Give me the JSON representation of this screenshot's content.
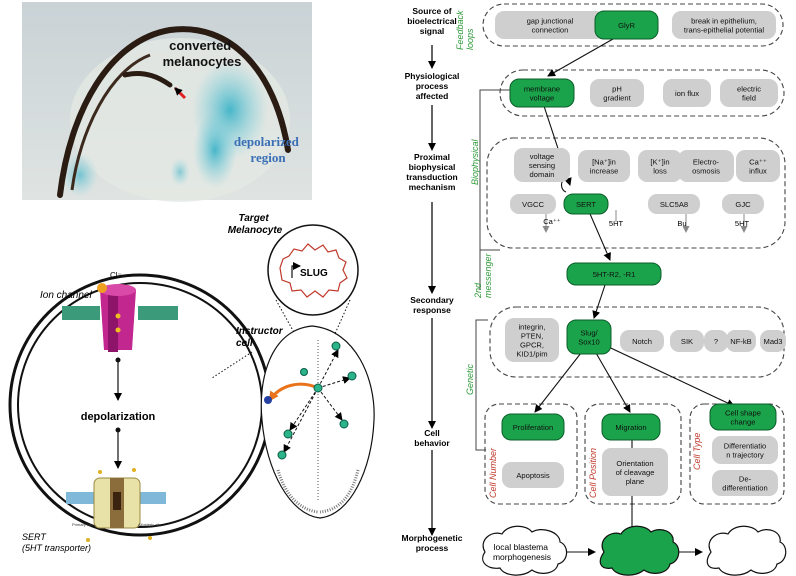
{
  "photo": {
    "converted_label_1": "converted",
    "converted_label_2": "melanocytes",
    "depolarized_1": "depolarized",
    "depolarized_2": "region"
  },
  "cell_diagram": {
    "ion_channel": "Ion channel",
    "ion": "Cl⁻",
    "depolarization": "depolarization",
    "sert_1": "SERT",
    "sert_2": "(5HT transporter)",
    "primary_site": "Primary site",
    "allosteric_site": "Allosteric site",
    "instructor_1": "Instructor",
    "instructor_2": "cell",
    "target_1": "Target",
    "target_2": "Melanocyte",
    "slug": "SLUG"
  },
  "levels": [
    {
      "id": "source",
      "lines": [
        "Source of",
        "bioelectrical",
        "signal"
      ]
    },
    {
      "id": "physio",
      "lines": [
        "Physiological",
        "process",
        "affected"
      ]
    },
    {
      "id": "proximal",
      "lines": [
        "Proximal",
        "biophysical",
        "transduction",
        "mechanism"
      ]
    },
    {
      "id": "secondary",
      "lines": [
        "Secondary",
        "response"
      ]
    },
    {
      "id": "cell",
      "lines": [
        "Cell",
        "behavior"
      ]
    },
    {
      "id": "morpho",
      "lines": [
        "Morphogenetic",
        "process"
      ]
    }
  ],
  "side_labels": {
    "feedback_1": "Feedback",
    "feedback_2": "loops",
    "biophysical": "Biophysical",
    "second_1": "2nd",
    "second_2": "messenger",
    "genetic": "Genetic",
    "cell_number": "Cell Number",
    "cell_position": "Cell Position",
    "cell_type": "Cell Type"
  },
  "nodes": {
    "gap_1": "gap junctional",
    "gap_2": "connection",
    "glyr": "GlyR",
    "break_1": "break in epithelium,",
    "break_2": "trans-epithelial potential",
    "membrane_1": "membrane",
    "membrane_2": "voltage",
    "ph_1": "pH",
    "ph_2": "gradient",
    "ionflux": "ion flux",
    "electric_1": "electric",
    "electric_2": "field",
    "vsd_1": "voltage",
    "vsd_2": "sensing",
    "vsd_3": "domain",
    "na_1": "[Na⁺]in",
    "na_2": "increase",
    "k_1": "[K⁺]in",
    "k_2": "loss",
    "electro_1": "Electro-",
    "electro_2": "osmosis",
    "ca_1": "Ca⁺⁺",
    "ca_2": "influx",
    "vgcc": "VGCC",
    "vgcc_out": "Ca⁺⁺",
    "sert": "SERT",
    "sert_out": "5HT",
    "slc": "SLC5A8",
    "slc_out": "Bu",
    "gjc": "GJC",
    "gjc_out": "5HT",
    "r2": "5HT-R2, -R1",
    "integrin_1": "integrin,",
    "integrin_2": "PTEN,",
    "integrin_3": "GPCR,",
    "integrin_4": "KID1/pim",
    "slug_1": "Slug/",
    "slug_2": "Sox10",
    "notch": "Notch",
    "sik": "SIK",
    "q": "?",
    "nfkb": "NF-kB",
    "mad3": "Mad3",
    "prolif": "Proliferation",
    "apopt": "Apoptosis",
    "migr": "Migration",
    "orient_1": "Orientation",
    "orient_2": "of cleavage",
    "orient_3": "plane",
    "shape_1": "Cell shape",
    "shape_2": "change",
    "diff_1": "Differentiatio",
    "diff_2": "n trajectory",
    "dediff_1": "De-",
    "dediff_2": "differentiation",
    "blastema_1": "local blastema",
    "blastema_2": "morphogenesis"
  },
  "colors": {
    "green": "#1aa34a",
    "grey": "#cfcfcf",
    "side_green": "#2e9a3a",
    "side_red": "#c0392b",
    "depol_blue": "#3a6fb5",
    "magenta": "#c2268f"
  }
}
